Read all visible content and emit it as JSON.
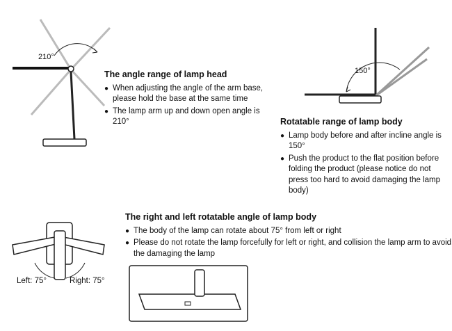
{
  "head_section": {
    "title": "The angle range of lamp head",
    "bullets": [
      "When adjusting the angle of the arm base, please hold the base at the same time",
      "The lamp arm up and down open angle is 210°"
    ],
    "angle_label": "210°"
  },
  "body_section": {
    "title": "Rotatable range of lamp body",
    "bullets": [
      "Lamp body before and after incline angle is 150°",
      "Push the product to the flat position before folding the product (please notice do not press too hard to avoid damaging the lamp body)"
    ],
    "angle_label": "150°"
  },
  "lr_section": {
    "title": "The right and left rotatable angle of lamp body",
    "bullets": [
      "The body of the lamp can rotate about 75° from left or right",
      "Please do not rotate the lamp forcefully for left or right, and collision the lamp arm to avoid the damaging the lamp"
    ],
    "left_label": "Left: 75°",
    "right_label": "Right: 75°"
  }
}
